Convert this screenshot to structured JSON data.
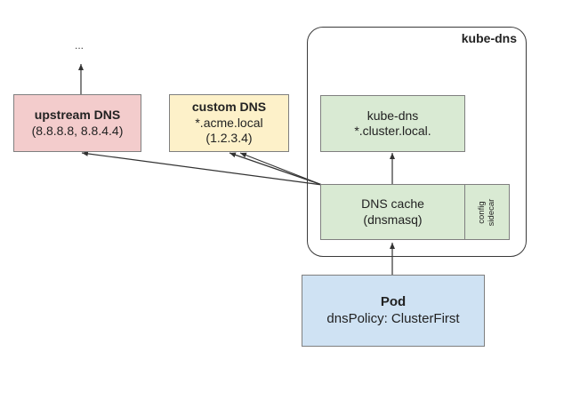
{
  "nodes": {
    "upstream": {
      "title": "upstream DNS",
      "subtitle": "(8.8.8.8, 8.8.4.4)"
    },
    "custom": {
      "title": "custom DNS",
      "line1": "*.acme.local",
      "line2": "(1.2.3.4)"
    },
    "kubedns_svc": {
      "line1": "kube-dns",
      "line2": "*.cluster.local."
    },
    "cache": {
      "line1": "DNS cache",
      "line2": "(dnsmasq)"
    },
    "sidecar": {
      "line1": "config",
      "line2": "sidecar"
    },
    "pod": {
      "title": "Pod",
      "subtitle": "dnsPolicy: ClusterFirst"
    }
  },
  "group": {
    "title": "kube-dns"
  },
  "ellipsis": "...",
  "colors": {
    "upstream": "#f3cccc",
    "custom": "#fdf1c9",
    "kube_components": "#d9ead3",
    "pod": "#cfe2f3"
  }
}
